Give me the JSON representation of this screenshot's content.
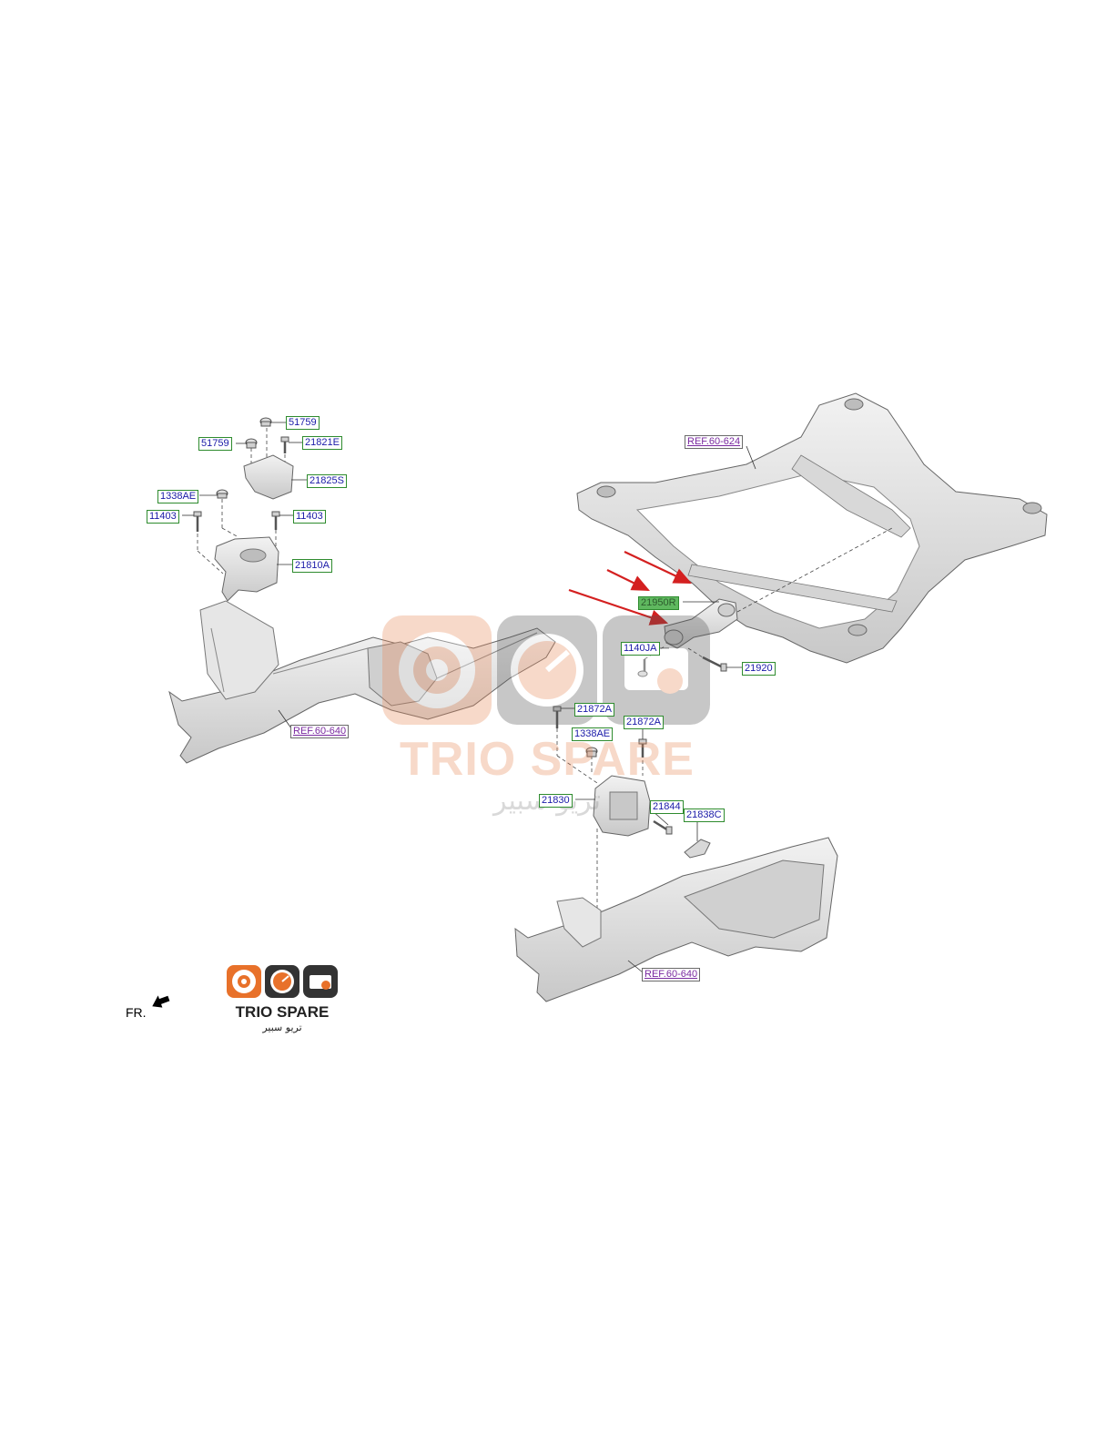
{
  "labels": {
    "l_51759_top": "51759",
    "l_51759_left": "51759",
    "l_21821E": "21821E",
    "l_21825S": "21825S",
    "l_1338AE_left": "1338AE",
    "l_11403_left": "11403",
    "l_11403_right": "11403",
    "l_21810A": "21810A",
    "l_ref_640_left": "REF.60-640",
    "l_ref_624": "REF.60-624",
    "l_21950R": "21950R",
    "l_1140JA": "1140JA",
    "l_21920": "21920",
    "l_21872A_top": "21872A",
    "l_1338AE_mid": "1338AE",
    "l_21872A_right": "21872A",
    "l_21830": "21830",
    "l_21844": "21844",
    "l_21838C": "21838C",
    "l_ref_640_bottom": "REF.60-640"
  },
  "watermark": {
    "name": "TRIO SPARE",
    "arabic": "تريو سبير"
  },
  "logo": {
    "name": "TRIO SPARE",
    "arabic": "تريو سبير"
  },
  "orientation_label": "FR.",
  "colors": {
    "part_number_text": "#1a1aa8",
    "reference_text": "#7a2aa0",
    "highlight_fill": "#5fb85f",
    "callout_arrow": "#d42020",
    "part_shading": "#d9d9d9"
  },
  "icons": [
    "bearing-icon",
    "gauge-icon",
    "engine-icon",
    "front-arrow-icon"
  ]
}
